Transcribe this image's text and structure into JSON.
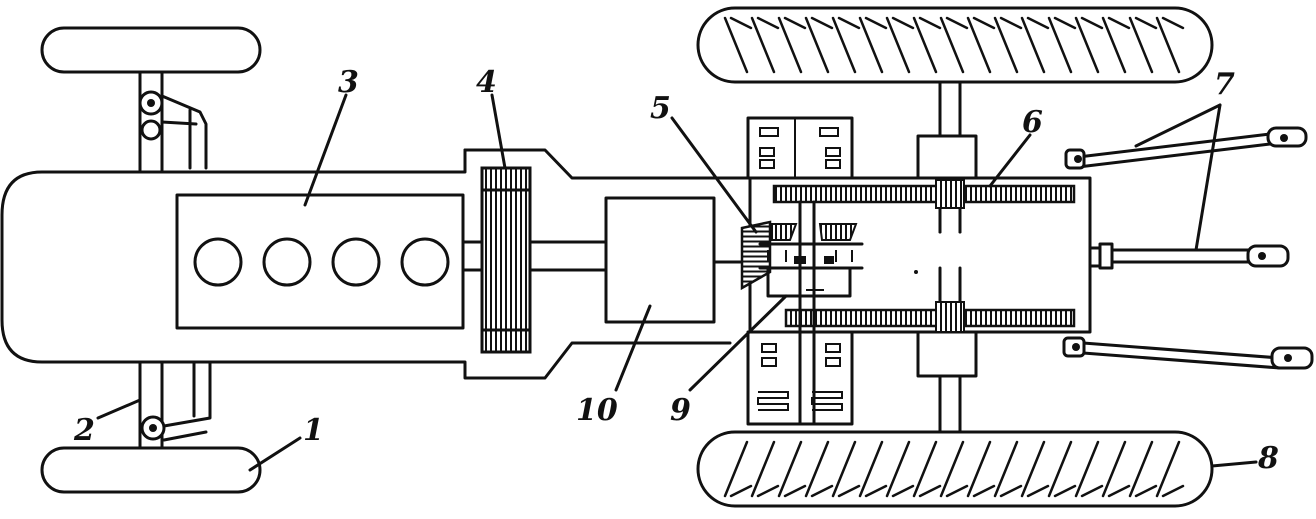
{
  "diagram": {
    "colors": {
      "ink": "#111111",
      "paper": "#ffffff"
    },
    "labels": [
      {
        "id": "1",
        "text": "1"
      },
      {
        "id": "2",
        "text": "2"
      },
      {
        "id": "3",
        "text": "3"
      },
      {
        "id": "4",
        "text": "4"
      },
      {
        "id": "5",
        "text": "5"
      },
      {
        "id": "6",
        "text": "6"
      },
      {
        "id": "7",
        "text": "7"
      },
      {
        "id": "8",
        "text": "8"
      },
      {
        "id": "9",
        "text": "9"
      },
      {
        "id": "10",
        "text": "10"
      }
    ]
  }
}
